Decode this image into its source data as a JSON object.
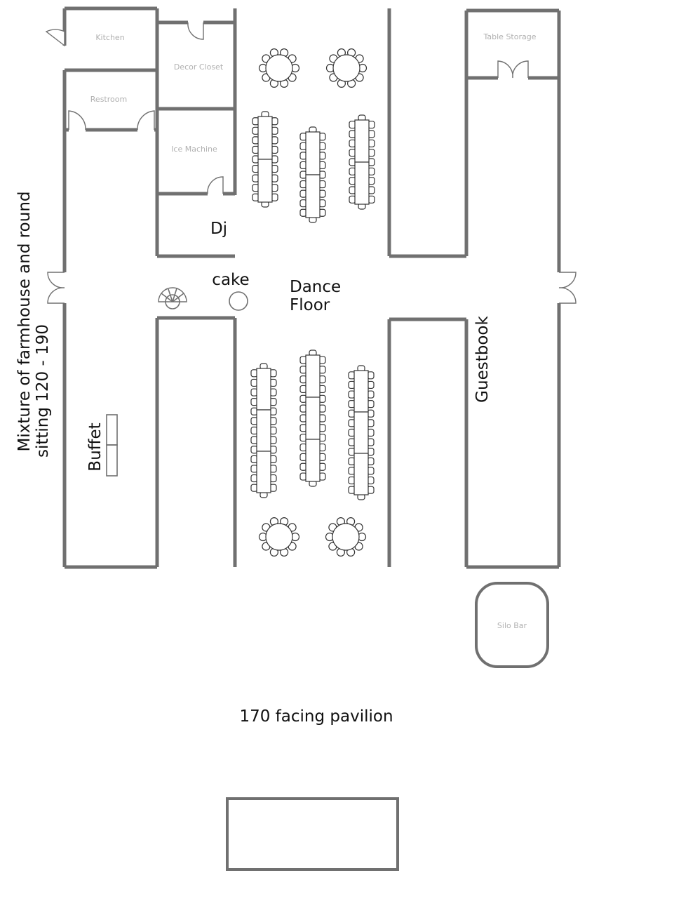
{
  "rooms": {
    "kitchen": "Kitchen",
    "decor_closet": "Decor Closet",
    "restroom": "Restroom",
    "ice_machine": "Ice Machine",
    "table_storage": "Table Storage",
    "silo_bar": "Silo Bar"
  },
  "labels": {
    "dj": "Dj",
    "cake": "cake",
    "dance_floor_line1": "Dance",
    "dance_floor_line2": "Floor",
    "guestbook": "Guestbook",
    "buffet": "Buffet",
    "seating_line1": "Mixture of farmhouse and round",
    "seating_line2": "sitting 120 - 190",
    "pavilion": "170 facing pavilion"
  },
  "colors": {
    "wall": "#707070",
    "room_label": "#b0b0b0",
    "label": "#111111",
    "furniture": "#333333"
  }
}
